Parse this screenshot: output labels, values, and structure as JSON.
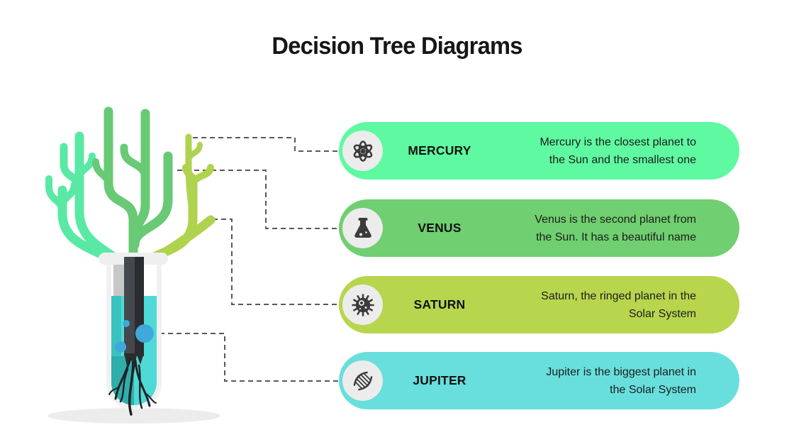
{
  "title": "Decision Tree Diagrams",
  "colors": {
    "connector": "#57585A",
    "icon_circle": "#ECECEC",
    "icon_glyph": "#3B3B3B",
    "tree_mint": "#59E9A4",
    "tree_green": "#68CA74",
    "tree_lime": "#AFD34F",
    "tube_glass": "#F1F1F1",
    "tube_rim": "#EFEFEF",
    "tube_inner_shade": "#C7C7C7",
    "liquid": "#4FDAD7",
    "liquid_dark_strip": "#3AC2BF",
    "liquid_dark_bottom": "#2FAEAC",
    "trunk_light": "#45484D",
    "trunk_dark": "#2A2C30",
    "roots": "#202226",
    "bubble": "#3FA9DC",
    "shadow": "#ECECEC"
  },
  "cards": [
    {
      "id": "mercury",
      "label": "MERCURY",
      "description": "Mercury is the closest planet to\nthe Sun and the smallest one",
      "color": "#5EF9A0",
      "icon": "atom-icon"
    },
    {
      "id": "venus",
      "label": "VENUS",
      "description": "Venus is the second planet from\nthe Sun. It has a beautiful name",
      "color": "#70CF70",
      "icon": "flask-icon"
    },
    {
      "id": "saturn",
      "label": "SATURN",
      "description": "Saturn, the ringed planet in the\nSolar System",
      "color": "#B7D64E",
      "icon": "virus-icon"
    },
    {
      "id": "jupiter",
      "label": "JUPITER",
      "description": "Jupiter is the biggest planet in\nthe Solar System",
      "color": "#68DFDC",
      "icon": "dna-icon"
    }
  ]
}
